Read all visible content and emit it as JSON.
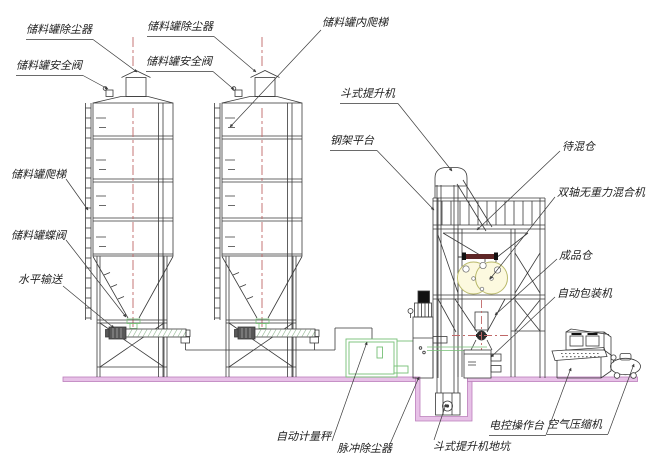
{
  "labels": {
    "silo1_dust_collector": "储料罐除尘器",
    "silo1_safety_valve": "储料罐安全阀",
    "silo2_dust_collector": "储料罐除尘器",
    "silo2_safety_valve": "储料罐安全阀",
    "silo_inner_ladder": "储料罐内爬梯",
    "bucket_elevator": "斗式提升机",
    "steel_platform": "钢架平台",
    "holding_bin": "待混仓",
    "gravity_free_mixer": "双轴无重力混合机",
    "finished_product_bin": "成品仓",
    "auto_packing_machine": "自动包装机",
    "silo_ladder": "储料罐爬梯",
    "silo_butterfly_valve": "储料罐蝶阀",
    "horizontal_conveying": "水平输送",
    "auto_weighing_scale": "自动计量秤",
    "pulse_dust_collector": "脉冲除尘器",
    "elevator_pit": "斗式提升机地坑",
    "control_console": "电控操作台",
    "air_compressor": "空气压缩机"
  },
  "colors": {
    "line": "#3a3a3a",
    "centerline_red": "#c06868",
    "ground_pink_fill": "#e7c1e7",
    "ground_pink_edge": "#bb7dbb",
    "equipment_green": "#76c076",
    "mixer_fill": "#fcf9df",
    "mixer_stroke": "#b9b96a",
    "background": "#ffffff"
  }
}
